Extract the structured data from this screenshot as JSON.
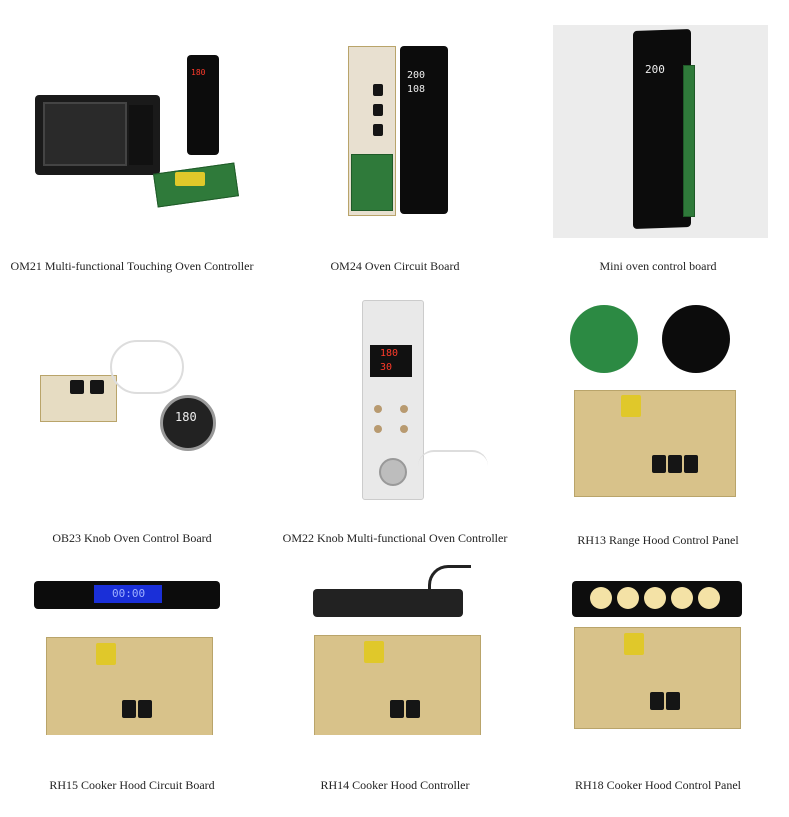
{
  "products": [
    {
      "caption": "OM21 Multi-functional Touching Oven Controller",
      "image": "oven-with-touch-panel-and-board",
      "display": "180"
    },
    {
      "caption": "OM24 Oven Circuit Board",
      "image": "oven-circuit-board-with-touch-panel",
      "display_top": "200",
      "display_bottom": "108"
    },
    {
      "caption": "Mini oven control board",
      "image": "mini-oven-touch-panel",
      "display": "200"
    },
    {
      "caption": "OB23 Knob Oven Control Board",
      "image": "knob-oven-board-with-round-display",
      "display": "180"
    },
    {
      "caption": "OM22 Knob Multi-functional Oven Controller",
      "image": "white-knob-oven-controller",
      "display_top": "180",
      "display_bottom": "30"
    },
    {
      "caption": "RH13 Range Hood Control Panel",
      "image": "range-hood-round-panels-and-board"
    },
    {
      "caption": "RH15 Cooker Hood Circuit Board",
      "image": "cooker-hood-board-with-lcd-bar",
      "display": "00:00"
    },
    {
      "caption": "RH14 Cooker Hood Controller",
      "image": "cooker-hood-board-with-knob-bar"
    },
    {
      "caption": "RH18 Cooker Hood Control Panel",
      "image": "cooker-hood-board-with-lit-buttons"
    }
  ]
}
